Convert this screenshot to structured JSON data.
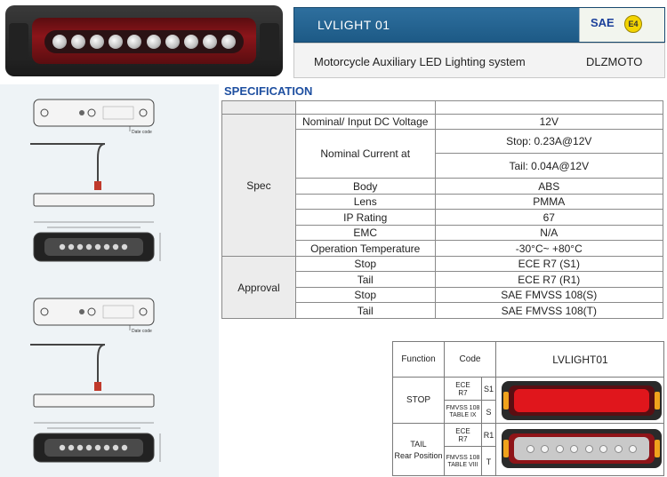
{
  "header": {
    "model": "LVLIGHT 01",
    "certification": "SAE",
    "e_mark": "E4",
    "product_name": "Motorcycle Auxiliary LED Lighting system",
    "brand": "DLZMOTO"
  },
  "spec_heading": "SPECIFICATION",
  "spec": {
    "groups": [
      {
        "category": "Spec",
        "rows": [
          {
            "param": "Nominal/ Input DC Voltage",
            "value": "12V"
          },
          {
            "param": "Nominal Current at",
            "value": "Stop: 0.23A@12V",
            "value2": "Tail: 0.04A@12V"
          },
          {
            "param": "Body",
            "value": "ABS"
          },
          {
            "param": "Lens",
            "value": "PMMA"
          },
          {
            "param": "IP Rating",
            "value": "67"
          },
          {
            "param": "EMC",
            "value": "N/A"
          },
          {
            "param": "Operation Temperature",
            "value": "-30°C~ +80°C"
          }
        ]
      },
      {
        "category": "Approval",
        "rows": [
          {
            "param": "Stop",
            "value": "ECE R7 (S1)"
          },
          {
            "param": "Tail",
            "value": "ECE R7 (R1)"
          },
          {
            "param": "Stop",
            "value": "SAE FMVSS 108(S)"
          },
          {
            "param": "Tail",
            "value": "SAE FMVSS 108(T)"
          }
        ]
      }
    ]
  },
  "function_table": {
    "headers": {
      "function": "Function",
      "code": "Code",
      "model": "LVLIGHT01"
    },
    "rows": [
      {
        "function": "STOP",
        "standards": [
          {
            "name": "ECE\nR7",
            "code": "S1"
          },
          {
            "name": "FMVSS 108\nTABLE IX",
            "code": "S"
          }
        ]
      },
      {
        "function": "TAIL\nRear Position",
        "standards": [
          {
            "name": "ECE\nR7",
            "code": "R1"
          },
          {
            "name": "FMVSS 108\nTABLE VIII",
            "code": "T"
          }
        ]
      }
    ]
  },
  "drawings": {
    "date_code_label": "Date code"
  },
  "colors": {
    "band_blue": "#1d5a86",
    "heading_blue": "#1e4fa0",
    "stop_red": "#e0161c",
    "amber": "#f0a21c"
  }
}
